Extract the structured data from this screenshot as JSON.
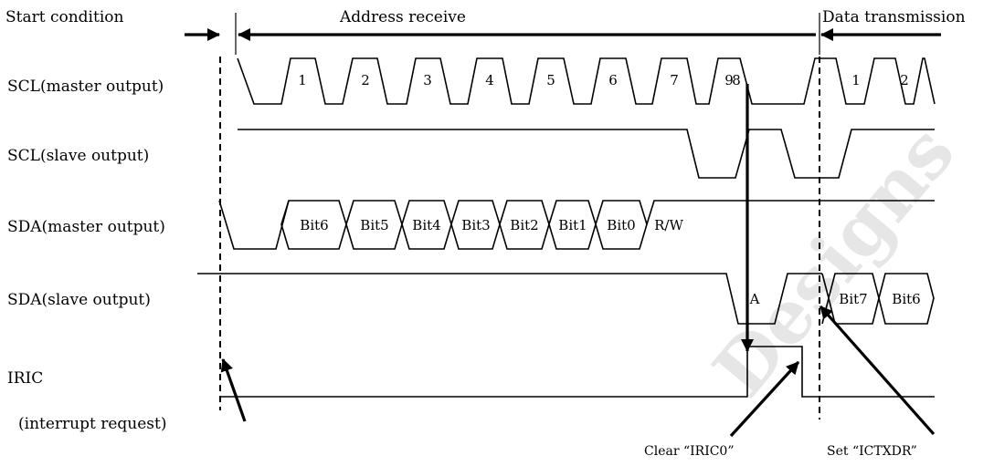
{
  "phases": {
    "start": "Start condition",
    "address": "Address receive",
    "data": "Data transmission"
  },
  "signals": {
    "scl_master": "SCL(master output)",
    "scl_slave": "SCL(slave output)",
    "sda_master": "SDA(master output)",
    "sda_slave": "SDA(slave output)",
    "iric": "IRIC",
    "iric_sub": "(interrupt request)"
  },
  "scl_master_cycles": [
    "1",
    "2",
    "3",
    "4",
    "5",
    "6",
    "7",
    "8",
    "9"
  ],
  "scl_master_data_cycles": [
    "1",
    "2"
  ],
  "sda_master_bits": [
    "Bit6",
    "Bit5",
    "Bit4",
    "Bit3",
    "Bit2",
    "Bit1",
    "Bit0",
    "R/W"
  ],
  "sda_slave": {
    "ack": "A",
    "bits": [
      "Bit7",
      "Bit6"
    ]
  },
  "annotations": {
    "clear": "Clear “IRIC0”",
    "set": "Set “ICTXDR”"
  },
  "watermark": "Designs"
}
